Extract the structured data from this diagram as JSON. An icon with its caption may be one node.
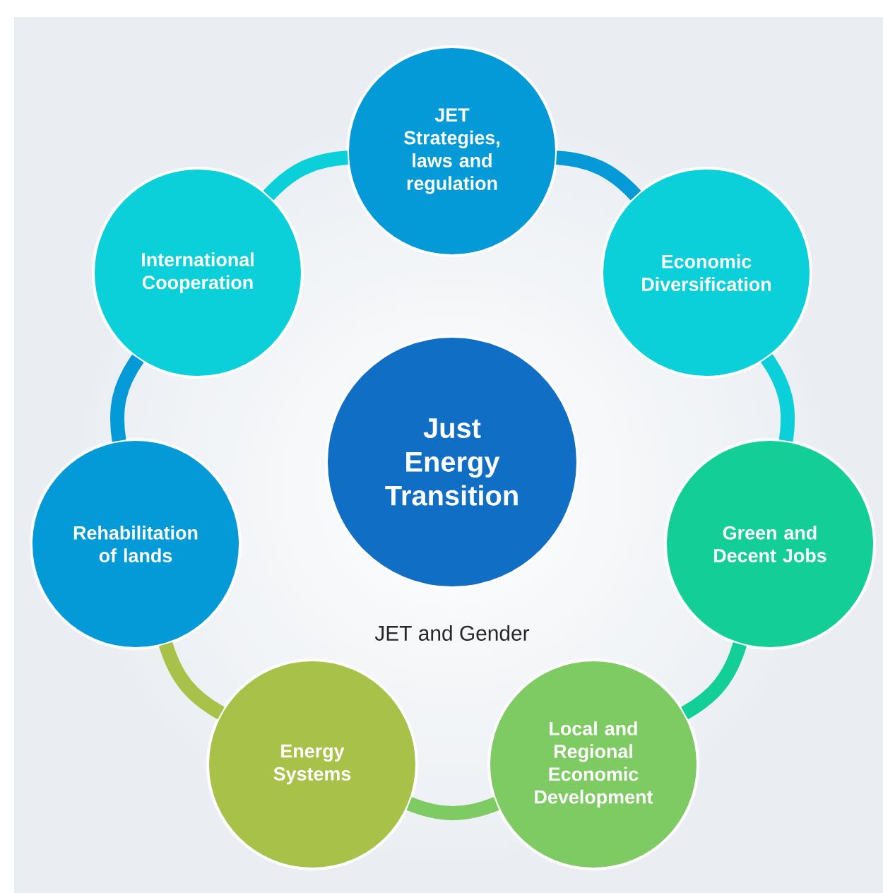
{
  "diagram": {
    "nodes": [
      {
        "text": [
          "Just Energy Transition"
        ]
      },
      {
        "text": [
          "JET Strategies, laws and regulation"
        ]
      },
      {
        "text": [
          "Economic Diversification"
        ]
      },
      {
        "text": [
          "Green and Decent Jobs"
        ]
      },
      {
        "text": [
          "Local and Regional Economic Development"
        ]
      },
      {
        "text": [
          "Energy Systems"
        ]
      },
      {
        "text": [
          "Rehabilitation of lands"
        ]
      },
      {
        "text": [
          "International Cooperation"
        ]
      }
    ],
    "edges": [
      {
        "from": 1,
        "to": 2,
        "arrow": "none",
        "color": "#049ad8"
      },
      {
        "from": 2,
        "to": 3,
        "arrow": "none",
        "color": "#0bd0d9"
      },
      {
        "from": 3,
        "to": 4,
        "arrow": "none",
        "color": "#13cf97"
      },
      {
        "from": 4,
        "to": 5,
        "arrow": "none",
        "color": "#7dcb62"
      },
      {
        "from": 5,
        "to": 6,
        "arrow": "none",
        "color": "#a7c149"
      },
      {
        "from": 6,
        "to": 7,
        "arrow": "none",
        "color": "#049ad8"
      },
      {
        "from": 7,
        "to": 1,
        "arrow": "none",
        "color": "#0bd0d9"
      }
    ],
    "labels": [
      "JET and Gender"
    ]
  }
}
